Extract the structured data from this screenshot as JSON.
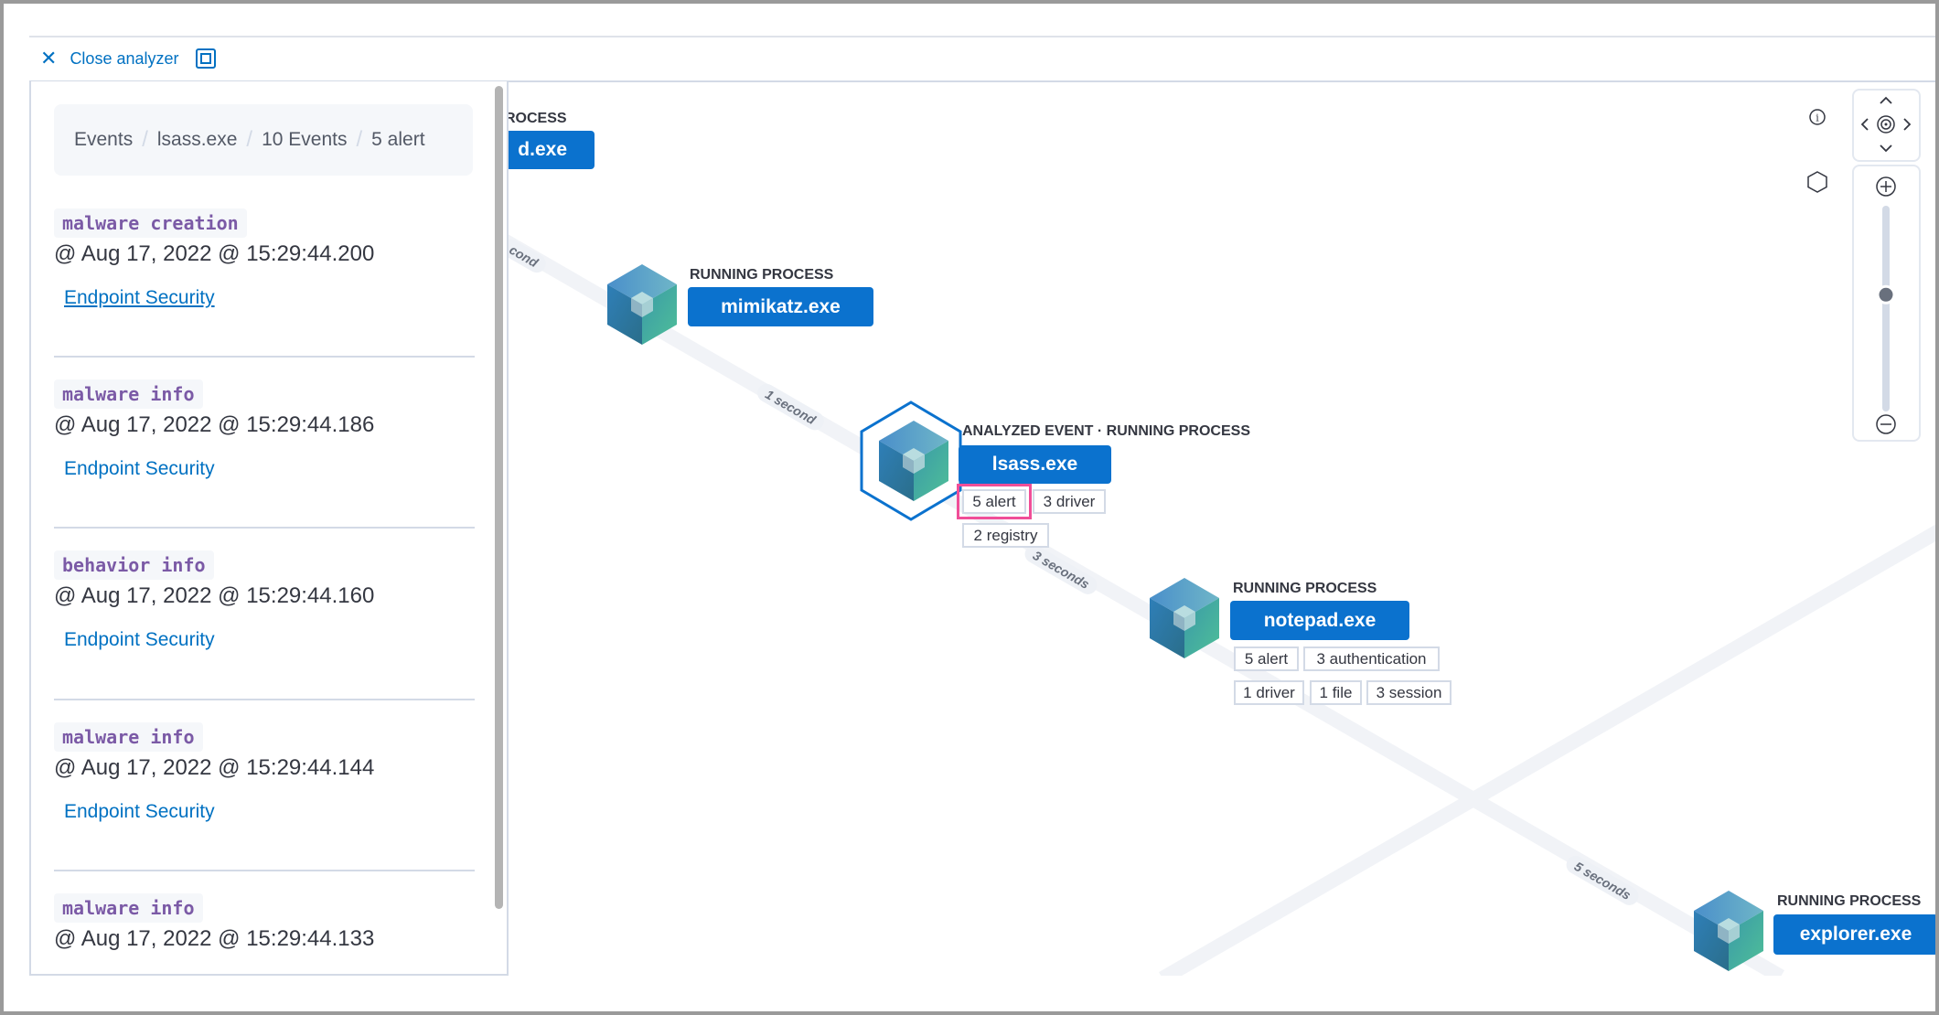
{
  "header": {
    "close_label": "Close analyzer",
    "close_icon": "cross",
    "fullscreen_icon": "fullscreen"
  },
  "breadcrumb": [
    "Events",
    "lsass.exe",
    "10 Events",
    "5 alert"
  ],
  "events": [
    {
      "title": "malware creation",
      "date": "@ Aug 17, 2022 @ 15:29:44.200",
      "link": "Endpoint Security"
    },
    {
      "title": "malware info",
      "date": "@ Aug 17, 2022 @ 15:29:44.186",
      "link": "Endpoint Security"
    },
    {
      "title": "behavior info",
      "date": "@ Aug 17, 2022 @ 15:29:44.160",
      "link": "Endpoint Security"
    },
    {
      "title": "malware info",
      "date": "@ Aug 17, 2022 @ 15:29:44.144",
      "link": "Endpoint Security"
    },
    {
      "title": "malware info",
      "date": "@ Aug 17, 2022 @ 15:29:44.133",
      "link": ""
    }
  ],
  "graph": {
    "nodes": [
      {
        "label": "ROCESS",
        "name": "d.exe"
      },
      {
        "label": "RUNNING PROCESS",
        "name": "mimikatz.exe"
      },
      {
        "label": "ANALYZED EVENT · RUNNING PROCESS",
        "name": "lsass.exe",
        "pills": [
          "5 alert",
          "3 driver",
          "2 registry"
        ],
        "selected_pill": "5 alert"
      },
      {
        "label": "RUNNING PROCESS",
        "name": "notepad.exe",
        "pills": [
          "5 alert",
          "3 authentication",
          "1 driver",
          "1 file",
          "3 session"
        ]
      },
      {
        "label": "RUNNING PROCESS",
        "name": "explorer.exe"
      }
    ],
    "edge_labels": [
      "cond",
      "1 second",
      "3 seconds",
      "5 seconds"
    ]
  },
  "controls": {
    "zoom_level": 0.57,
    "icons": [
      "info",
      "hexagon-legend",
      "pan-up",
      "pan-left",
      "center",
      "pan-right",
      "pan-down",
      "zoom-in",
      "zoom-out"
    ]
  },
  "colors": {
    "accent": "#0b72ce",
    "highlight": "#f04e98",
    "tag_text": "#7b5aa6"
  }
}
